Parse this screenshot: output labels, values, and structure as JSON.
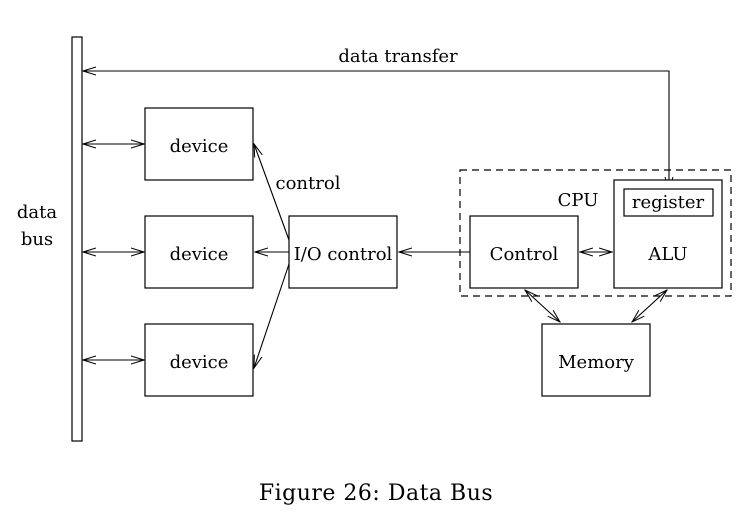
{
  "labels": {
    "data_bus": [
      "data",
      "bus"
    ],
    "data_transfer": "data transfer",
    "control_edge": "control",
    "cpu": "CPU"
  },
  "boxes": {
    "device_1": "device",
    "device_2": "device",
    "device_3": "device",
    "io_control": "I/O control",
    "control": "Control",
    "alu": "ALU",
    "register": "register",
    "memory": "Memory"
  },
  "caption": "Figure 26: Data Bus"
}
